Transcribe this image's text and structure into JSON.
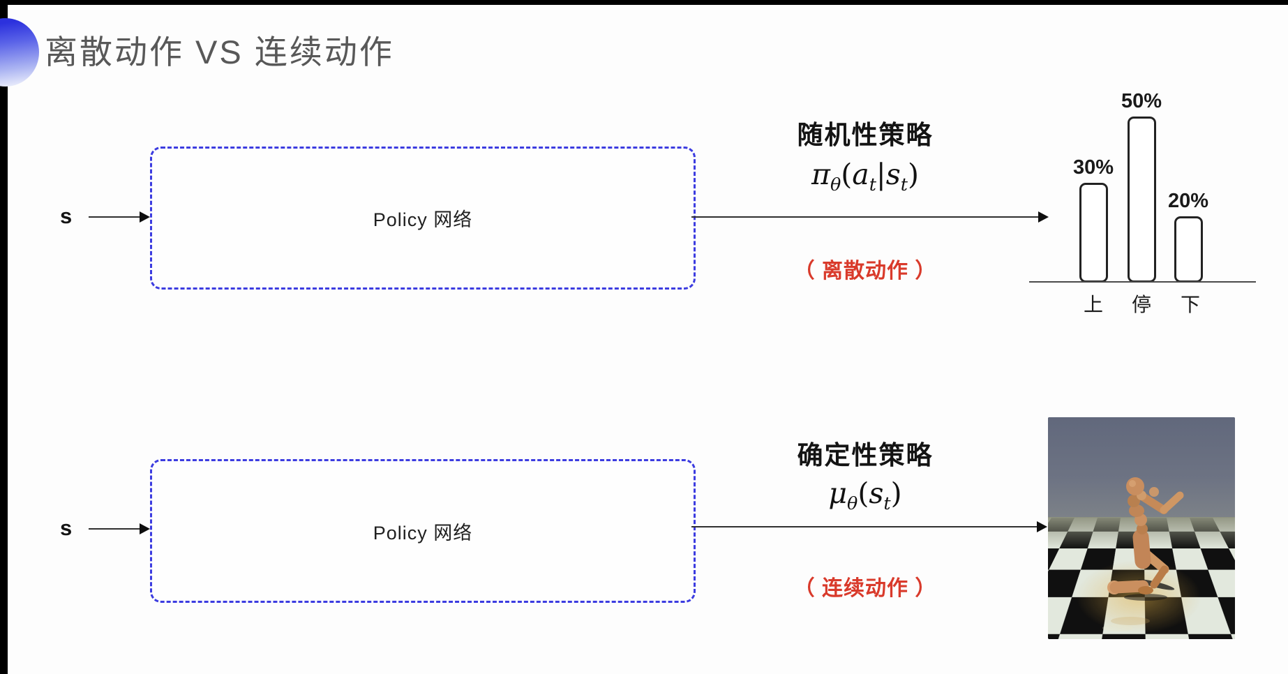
{
  "slide": {
    "title": "离散动作 VS 连续动作"
  },
  "row_top": {
    "input_label": "s",
    "box_label": "Policy 网络",
    "policy_title": "随机性策略",
    "formula": {
      "f0": "π",
      "sub0": "θ",
      "f1": "(",
      "f2": "a",
      "sub1": "t",
      "f3": "|",
      "f4": "s",
      "sub2": "t",
      "f5": ")"
    },
    "action_type": "（ 离散动作 ）"
  },
  "row_bottom": {
    "input_label": "s",
    "box_label": "Policy 网络",
    "policy_title": "确定性策略",
    "formula": {
      "f0": "μ",
      "sub0": "θ",
      "f1": "(",
      "f2": "s",
      "sub1": "t",
      "f3": ")"
    },
    "action_type": "（ 连续动作 ）"
  },
  "chart_data": {
    "type": "bar",
    "categories": [
      "上",
      "停",
      "下"
    ],
    "values": [
      30,
      50,
      20
    ],
    "value_labels": [
      "30%",
      "50%",
      "20%"
    ],
    "title": "",
    "xlabel": "",
    "ylabel": "",
    "ylim": [
      0,
      60
    ],
    "legend": "none",
    "grid": false,
    "style": "outlined rounded bars, white fill, black 3px stroke"
  },
  "mujoco_panel": {
    "content": "MuJoCo humanoid robot running on black-and-white checkerboard floor under grey-blue sky"
  },
  "colors": {
    "accent_blue": "#3c3ce0",
    "alert_red": "#d93a2b",
    "title_gray": "#585858",
    "ink": "#1a1a1a",
    "robot_tan": "#c98e5f",
    "sky": "#666c7e",
    "tile_light": "#e2e8dd",
    "tile_dark": "#101010"
  }
}
